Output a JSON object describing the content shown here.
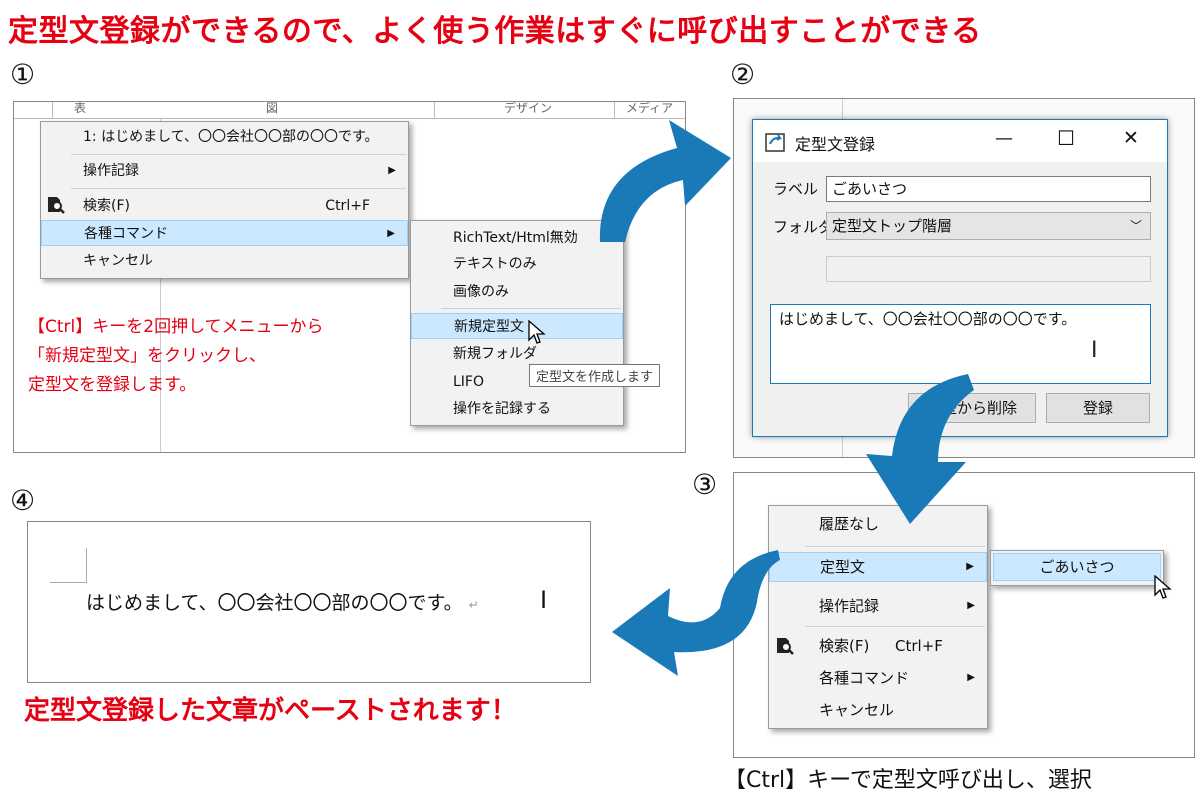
{
  "headline": "定型文登録ができるので、よく使う作業はすぐに呼び出すことができる",
  "steps": {
    "one": "①",
    "two": "②",
    "three": "③",
    "four": "④"
  },
  "panel1": {
    "columns": [
      "表",
      "図",
      "デザイン",
      "メディア"
    ],
    "menu": [
      {
        "label": "1: はじめまして、〇〇会社〇〇部の〇〇です。"
      },
      {
        "label": "操作記録",
        "arrow": "▶"
      },
      {
        "label": "検索(F)",
        "shortcut": "Ctrl+F"
      },
      {
        "label": "各種コマンド",
        "arrow": "▶"
      },
      {
        "label": "キャンセル"
      }
    ],
    "submenu": [
      "RichText/Html無効",
      "テキストのみ",
      "画像のみ",
      "新規定型文",
      "新規フォルダ",
      "LIFO",
      "操作を記録する"
    ],
    "tooltip": "定型文を作成します",
    "note": [
      "【Ctrl】キーを2回押してメニューから",
      "「新規定型文」をクリックし、",
      "定型文を登録します。"
    ]
  },
  "dialog": {
    "title": "定型文登録",
    "controls": {
      "minimize": "—",
      "maximize": "☐",
      "close": "✕"
    },
    "label_caption": "ラベル",
    "label_value": "ごあいさつ",
    "folder_caption": "フォルダ",
    "folder_value": "定型文トップ階層",
    "body_text": "はじめまして、〇〇会社〇〇部の〇〇です。",
    "delete_button": "履歴から削除",
    "register_button": "登録"
  },
  "panel3": {
    "menu": [
      {
        "label": "履歴なし"
      },
      {
        "label": "定型文",
        "arrow": "▶"
      },
      {
        "label": "操作記録",
        "arrow": "▶"
      },
      {
        "label": "検索(F)",
        "shortcut": "Ctrl+F"
      },
      {
        "label": "各種コマンド",
        "arrow": "▶"
      },
      {
        "label": "キャンセル"
      }
    ],
    "submenu_item": "ごあいさつ",
    "caption": "【Ctrl】キーで定型文呼び出し、選択"
  },
  "panel4": {
    "text": "はじめまして、〇〇会社〇〇部の〇〇です。",
    "return_mark": "↵",
    "caption": "定型文登録した文章がペーストされます！"
  },
  "colors": {
    "accent_red": "#e60012",
    "arrow_blue": "#1a7ab8",
    "highlight": "#cce8ff"
  }
}
